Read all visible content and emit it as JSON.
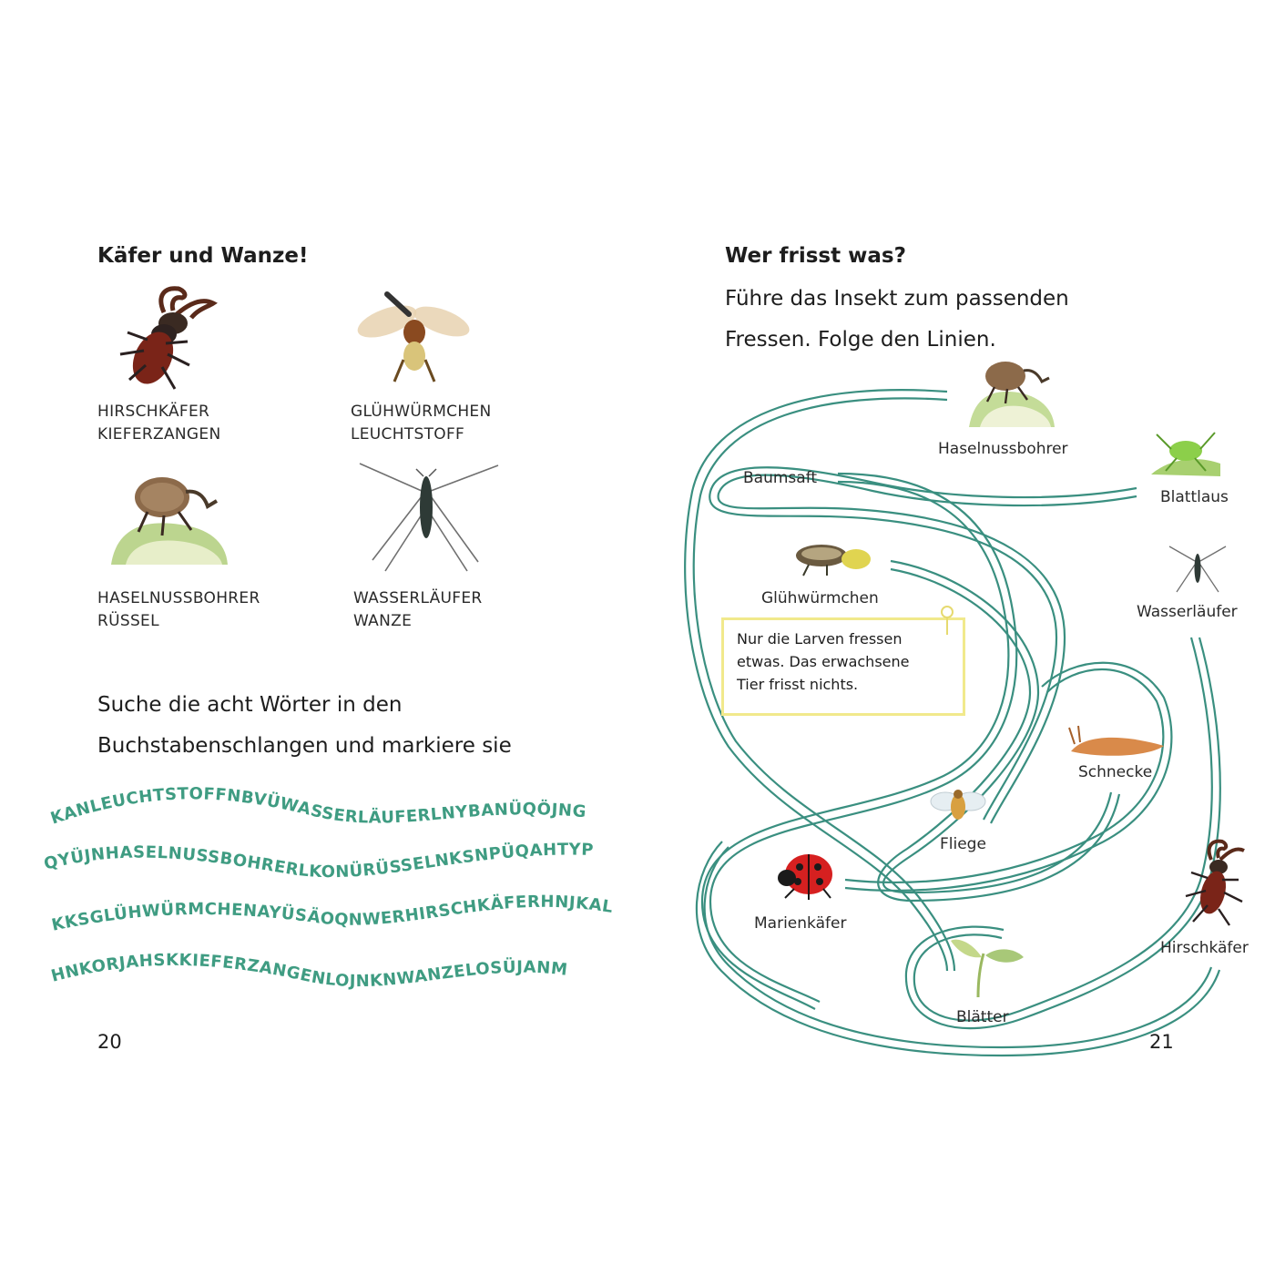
{
  "left_page": {
    "title": "Käfer und Wanze!",
    "cards": [
      {
        "icon": "stag-beetle-icon",
        "line1": "HIRSCHKÄFER",
        "line2": "KIEFERZANGEN"
      },
      {
        "icon": "firefly-icon",
        "line1": "GLÜHWÜRMCHEN",
        "line2": "LEUCHTSTOFF"
      },
      {
        "icon": "weevil-icon",
        "line1": "HASELNUSSBOHRER",
        "line2": "RÜSSEL"
      },
      {
        "icon": "water-strider-icon",
        "line1": "WASSERLÄUFER",
        "line2": "WANZE"
      }
    ],
    "instruction_line1": "Suche die acht Wörter in den",
    "instruction_line2": "Buchstabenschlangen und markiere sie",
    "snakes": [
      "KANLEUCHTSTOFFNBVÜWASSERLÄUFERLNYBANÜQÖJNG",
      "QYÜJNHASELNUSSBOHRERLKONÜRÜSSELNKSNPÜQAHTYP",
      "KKSGLÜHWÜRMCHENAYÜSÄOQNWERHIRSCHKÄFERHNJKAL",
      "HNKORJAHSKKIEFERZANGENLOJNKNWANZELOSÜJANM"
    ],
    "snake_color": "#3f9c82",
    "page_number": "20"
  },
  "right_page": {
    "title": "Wer frisst was?",
    "instruction_line1": "Führe das Insekt zum passenden",
    "instruction_line2": "Fressen. Folge den Linien.",
    "labels": {
      "weevil": "Haselnussbohrer",
      "aphid": "Blattlaus",
      "sap": "Baumsaft",
      "firefly": "Glühwürmchen",
      "strider": "Wasserläufer",
      "snail": "Schnecke",
      "fly": "Fliege",
      "ladybug": "Marienkäfer",
      "stag": "Hirschkäfer",
      "leaves": "Blätter"
    },
    "note_lines": [
      "Nur die Larven fressen",
      "etwas. Das erwachsene",
      "Tier frisst nichts."
    ],
    "note_border_color": "#f1e98c",
    "line_color": "#3a8f80",
    "page_number": "21"
  }
}
